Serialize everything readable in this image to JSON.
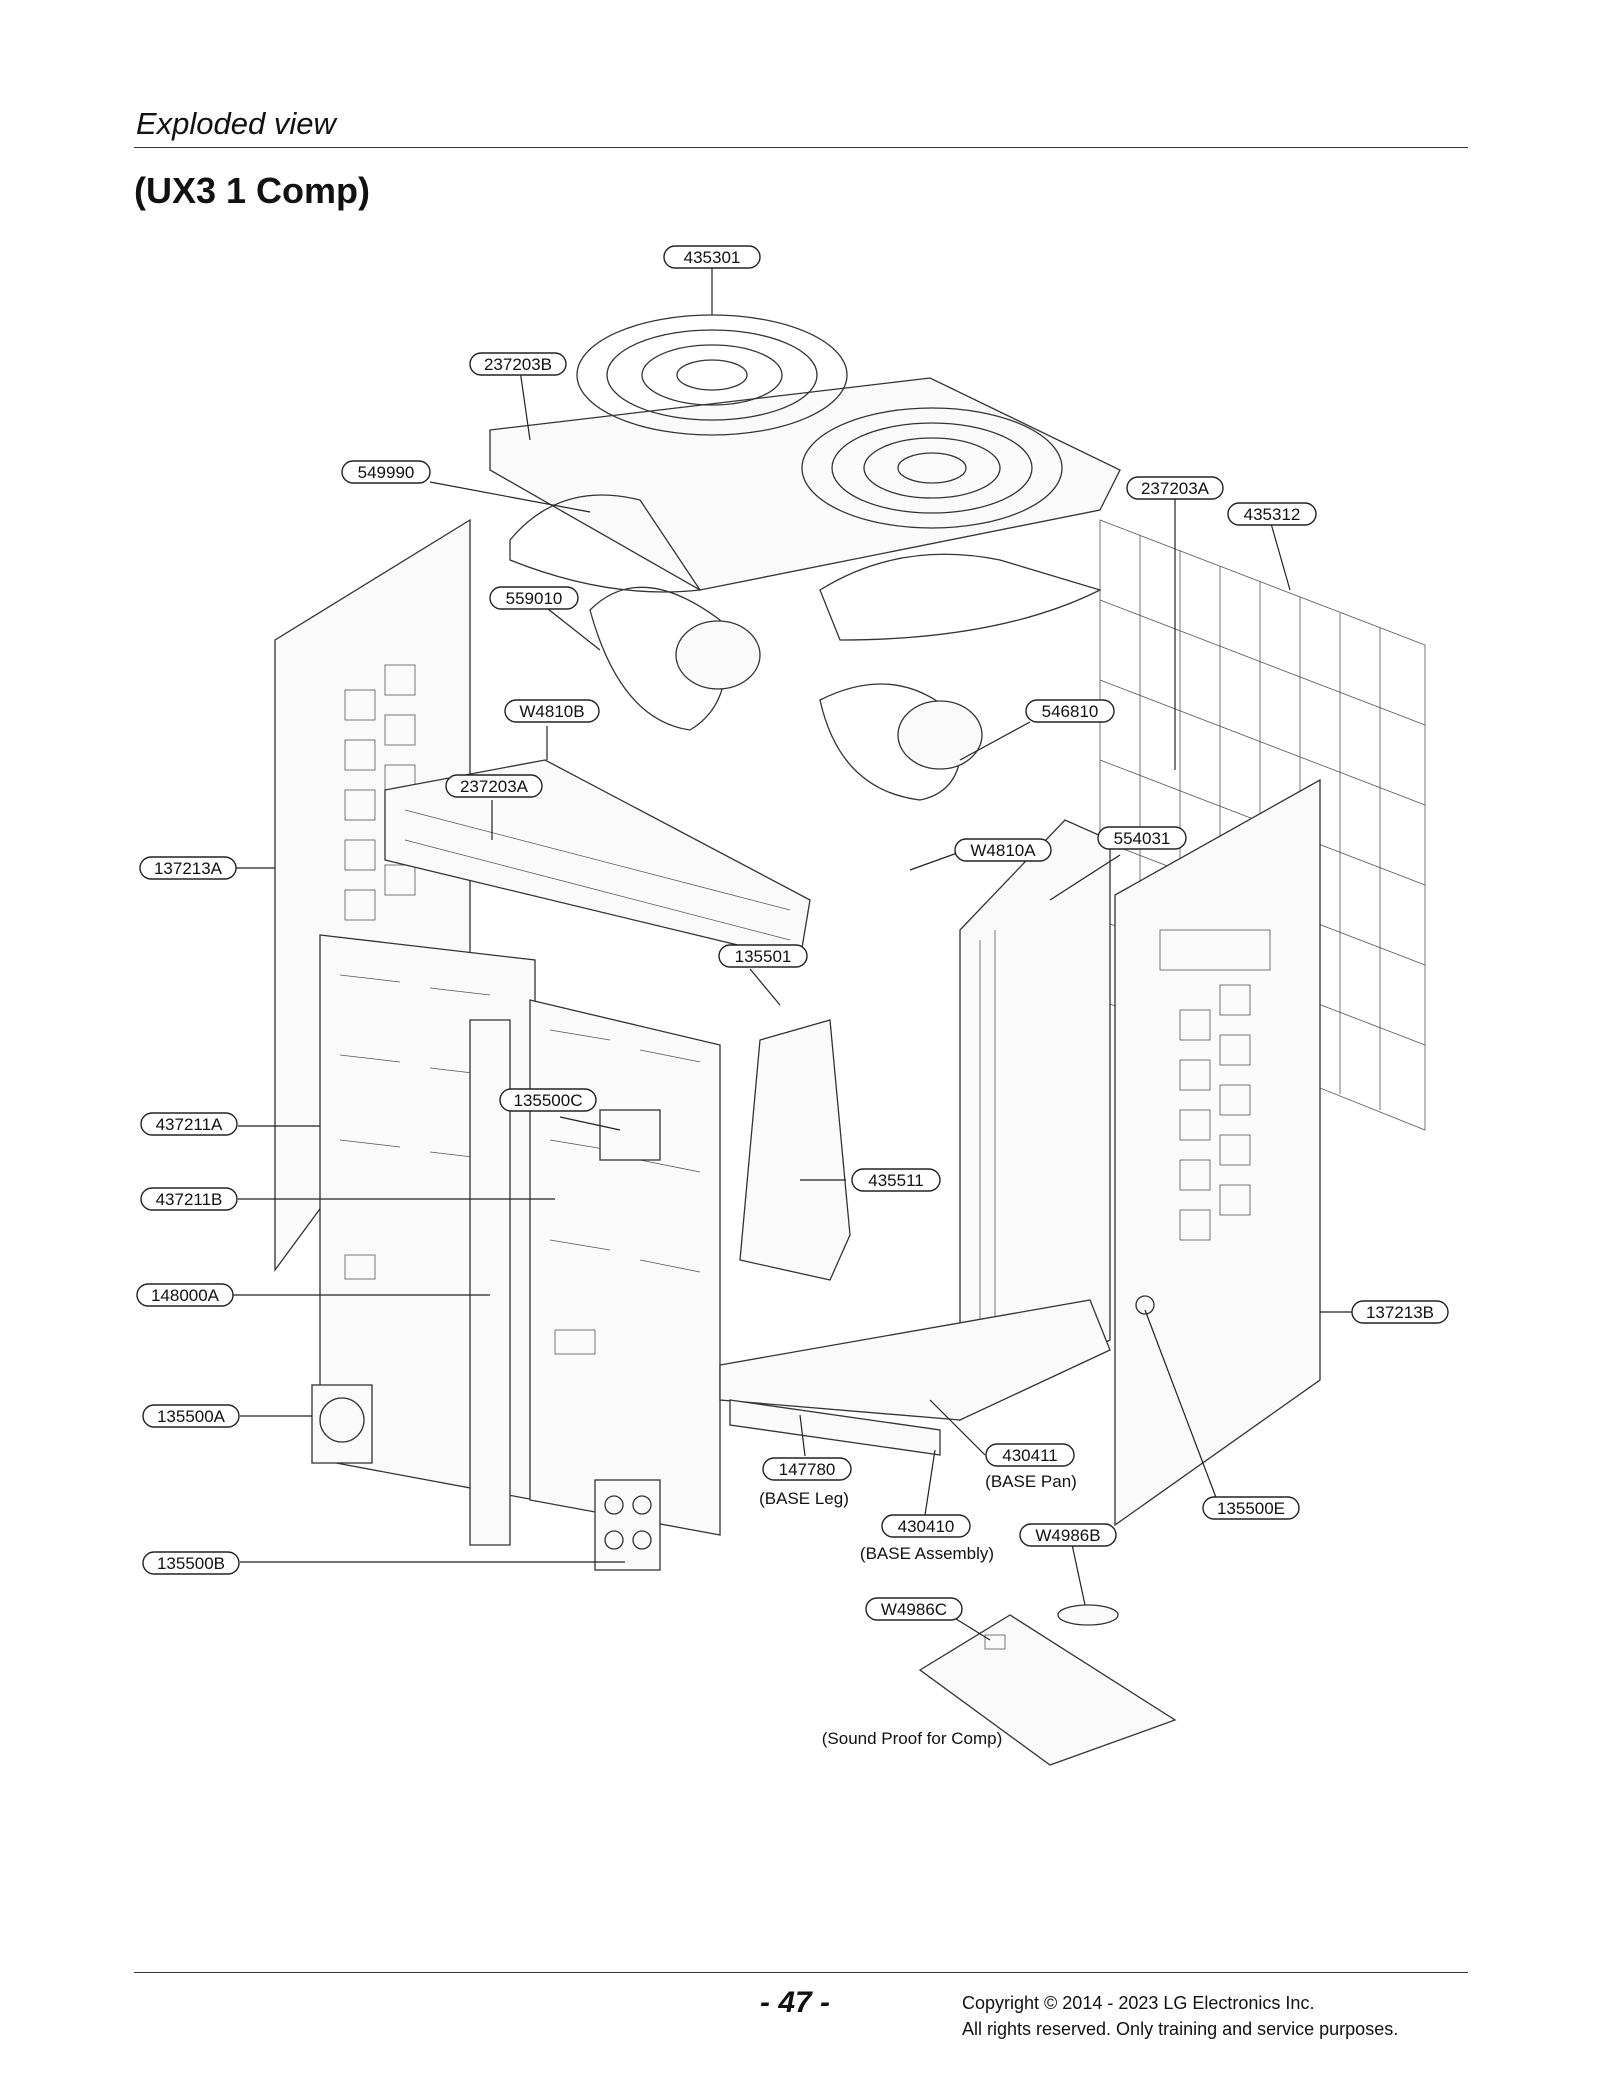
{
  "header": {
    "section_title": "Exploded view",
    "model_title": "(UX3 1 Comp)"
  },
  "part_labels": [
    "435301",
    "237203B",
    "549990",
    "237203A",
    "435312",
    "559010",
    "W4810B",
    "546810",
    "237203A",
    "137213A",
    "W4810A",
    "554031",
    "135501",
    "135500C",
    "437211A",
    "435511",
    "437211B",
    "148000A",
    "137213B",
    "135500A",
    "147780",
    "430411",
    "135500E",
    "430410",
    "W4986B",
    "135500B",
    "W4986C"
  ],
  "notes": {
    "base_leg": "(BASE Leg)",
    "base_pan": "(BASE Pan)",
    "base_assembly": "(BASE Assembly)",
    "sound_proof": "(Sound Proof for Comp)"
  },
  "footer": {
    "page_number": "- 47 -",
    "copyright_line1": "Copyright © 2014 - 2023 LG Electronics Inc.",
    "copyright_line2": "All rights reserved. Only training and service purposes."
  }
}
